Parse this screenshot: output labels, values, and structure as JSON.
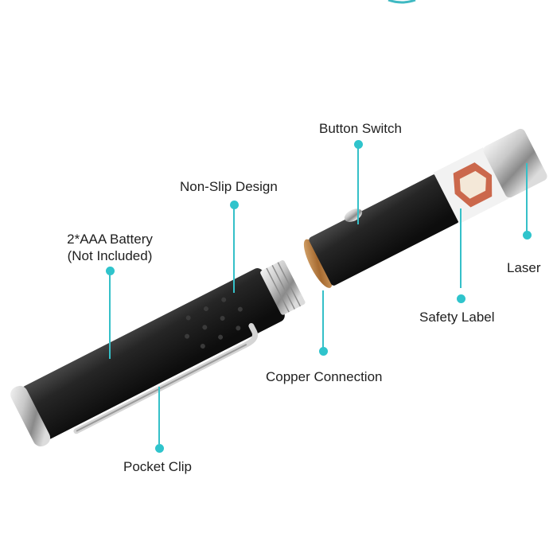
{
  "image": {
    "subject": "Laser pointer pen with annotated features",
    "accent_color": "#2fc4cc"
  },
  "callouts": [
    {
      "id": "button-switch",
      "text": "Button Switch"
    },
    {
      "id": "non-slip-design",
      "text": "Non-Slip Design"
    },
    {
      "id": "battery",
      "line1": "2*AAA Battery",
      "line2": "(Not Included)"
    },
    {
      "id": "laser",
      "text": "Laser"
    },
    {
      "id": "safety-label",
      "text": "Safety Label"
    },
    {
      "id": "copper-connection",
      "text": "Copper Connection"
    },
    {
      "id": "pocket-clip",
      "text": "Pocket Clip"
    }
  ]
}
